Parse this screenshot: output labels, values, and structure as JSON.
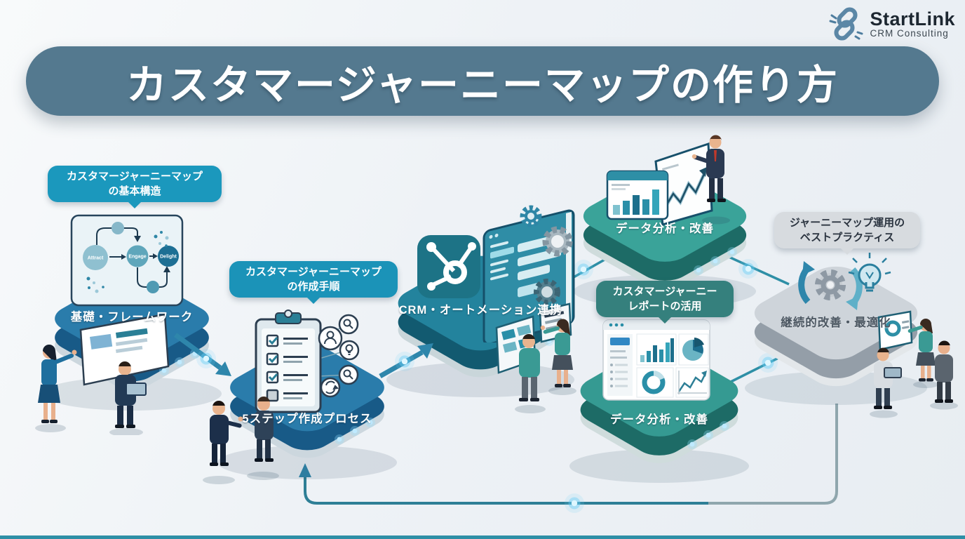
{
  "logo": {
    "name": "StartLink",
    "subtitle": "CRM Consulting",
    "icon_color": "#5b87a6"
  },
  "banner": {
    "title": "カスタマージャーニーマップの作り方",
    "bg": "#54798f"
  },
  "flywheel": {
    "stages": [
      "Attract",
      "Engage",
      "Delight"
    ]
  },
  "steps": [
    {
      "callout": {
        "line1": "カスタマージャーニーマップ",
        "line2": "の基本構造"
      },
      "label": "基礎・フレームワーク",
      "colors": {
        "top": "#2a7cab",
        "side": "#185a87",
        "rim": "#ccd7de",
        "callout_bg": "#1b98bd"
      }
    },
    {
      "callout": {
        "line1": "カスタマージャーニーマップ",
        "line2": "の作成手順"
      },
      "label": "5ステップ作成プロセス",
      "colors": {
        "top": "#2a7cab",
        "side": "#185a87",
        "rim": "#ccd7de",
        "callout_bg": "#1b93b8"
      }
    },
    {
      "callout": null,
      "label": "CRM・オートメーション連携",
      "colors": {
        "top": "#23839d",
        "side": "#125a70",
        "rim": "#c9d6da"
      }
    },
    {
      "callout": null,
      "label": "データ分析・改善",
      "colors": {
        "top": "#3aa399",
        "side": "#1d6b66",
        "rim": "#cfdcdc"
      }
    },
    {
      "callout": {
        "line1": "カスタマージャーニー",
        "line2": "レポートの活用"
      },
      "label": "データ分析・改善",
      "colors": {
        "top": "#359a92",
        "side": "#1d6b66",
        "rim": "#cfdcdc",
        "callout_bg": "#35807d"
      }
    },
    {
      "callout": {
        "line1": "ジャーニーマップ運用の",
        "line2": "ベストプラクティス"
      },
      "label": "継続的改善・最適化",
      "colors": {
        "top": "#ced4da",
        "side": "#949ea8",
        "rim": "#e3e7ea",
        "callout_bg": "#d7dbdf",
        "callout_fg": "#2b3440"
      }
    }
  ]
}
